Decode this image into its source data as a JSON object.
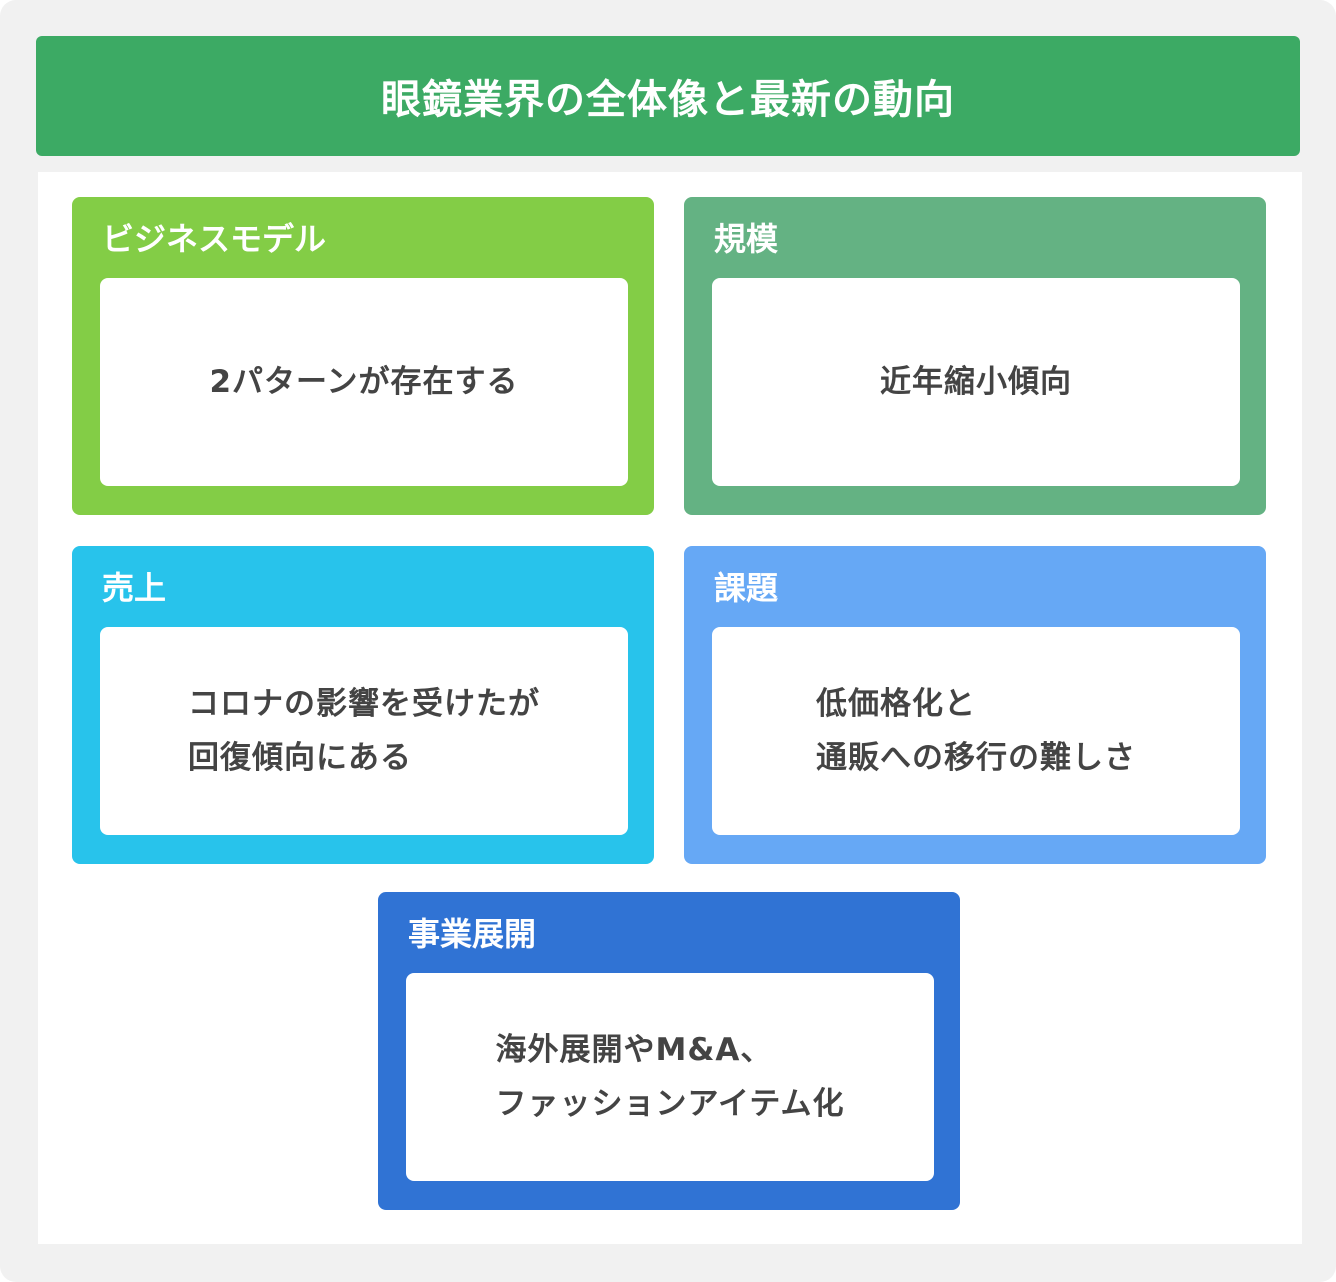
{
  "colors": {
    "background": "#f1f1f1",
    "title_bar": "#3caa64",
    "panel": "#ffffff",
    "card_business_model": "#83cd46",
    "card_scale": "#64b283",
    "card_sales": "#28c3eb",
    "card_issues": "#66a8f5",
    "card_expansion": "#3073d4",
    "body_text": "#444444"
  },
  "header": {
    "title": "眼鏡業界の全体像と最新の動向"
  },
  "cards": [
    {
      "title": "ビジネスモデル",
      "lines": [
        "2パターンが存在する"
      ]
    },
    {
      "title": "規模",
      "lines": [
        "近年縮小傾向"
      ]
    },
    {
      "title": "売上",
      "lines": [
        "コロナの影響を受けたが",
        "回復傾向にある"
      ]
    },
    {
      "title": "課題",
      "lines": [
        "低価格化と",
        "通販への移行の難しさ"
      ]
    },
    {
      "title": "事業展開",
      "lines": [
        "海外展開やM&A、",
        "ファッションアイテム化"
      ]
    }
  ]
}
